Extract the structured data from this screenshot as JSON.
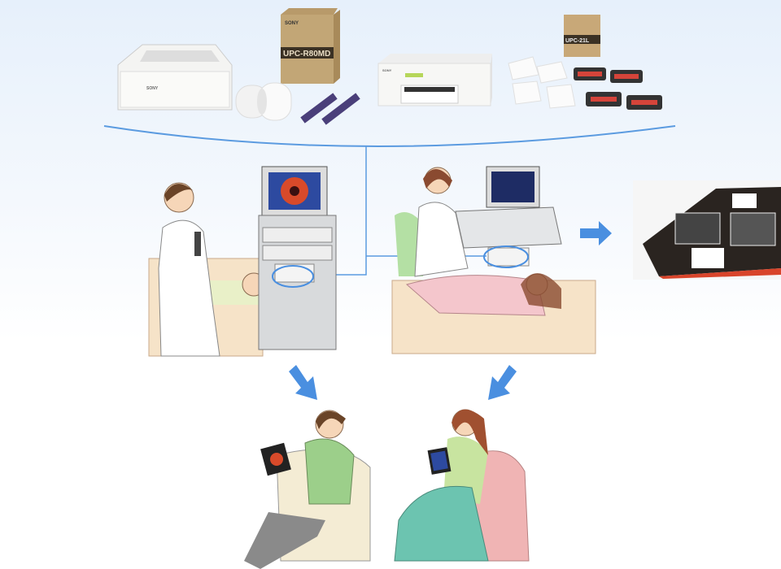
{
  "products": {
    "brand": "SONY",
    "paper_box_model": "UPC-R80MD",
    "print_pack_model": "UPC-21L"
  },
  "colors": {
    "accent": "#4a8fe0",
    "connector": "#5b9be0"
  }
}
